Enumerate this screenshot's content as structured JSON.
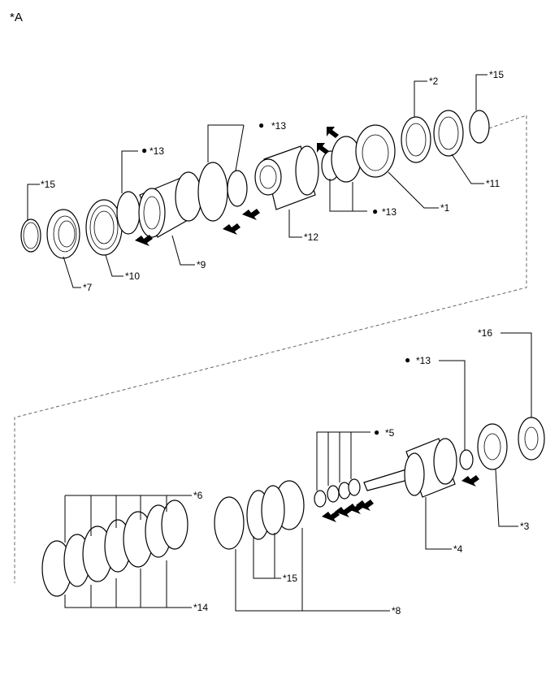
{
  "figure_label": "*A",
  "callouts": {
    "c1": "*1",
    "c2": "*2",
    "c3": "*3",
    "c4": "*4",
    "c5": "*5",
    "c6": "*6",
    "c7": "*7",
    "c8": "*8",
    "c9": "*9",
    "c10": "*10",
    "c11": "*11",
    "c12": "*12",
    "c13_a": "*13",
    "c13_b": "*13",
    "c13_c": "*13",
    "c13_d": "*13",
    "c14": "*14",
    "c15_a": "*15",
    "c15_b": "*15",
    "c15_c": "*15",
    "c16": "*16"
  },
  "dot_glyph": "●"
}
